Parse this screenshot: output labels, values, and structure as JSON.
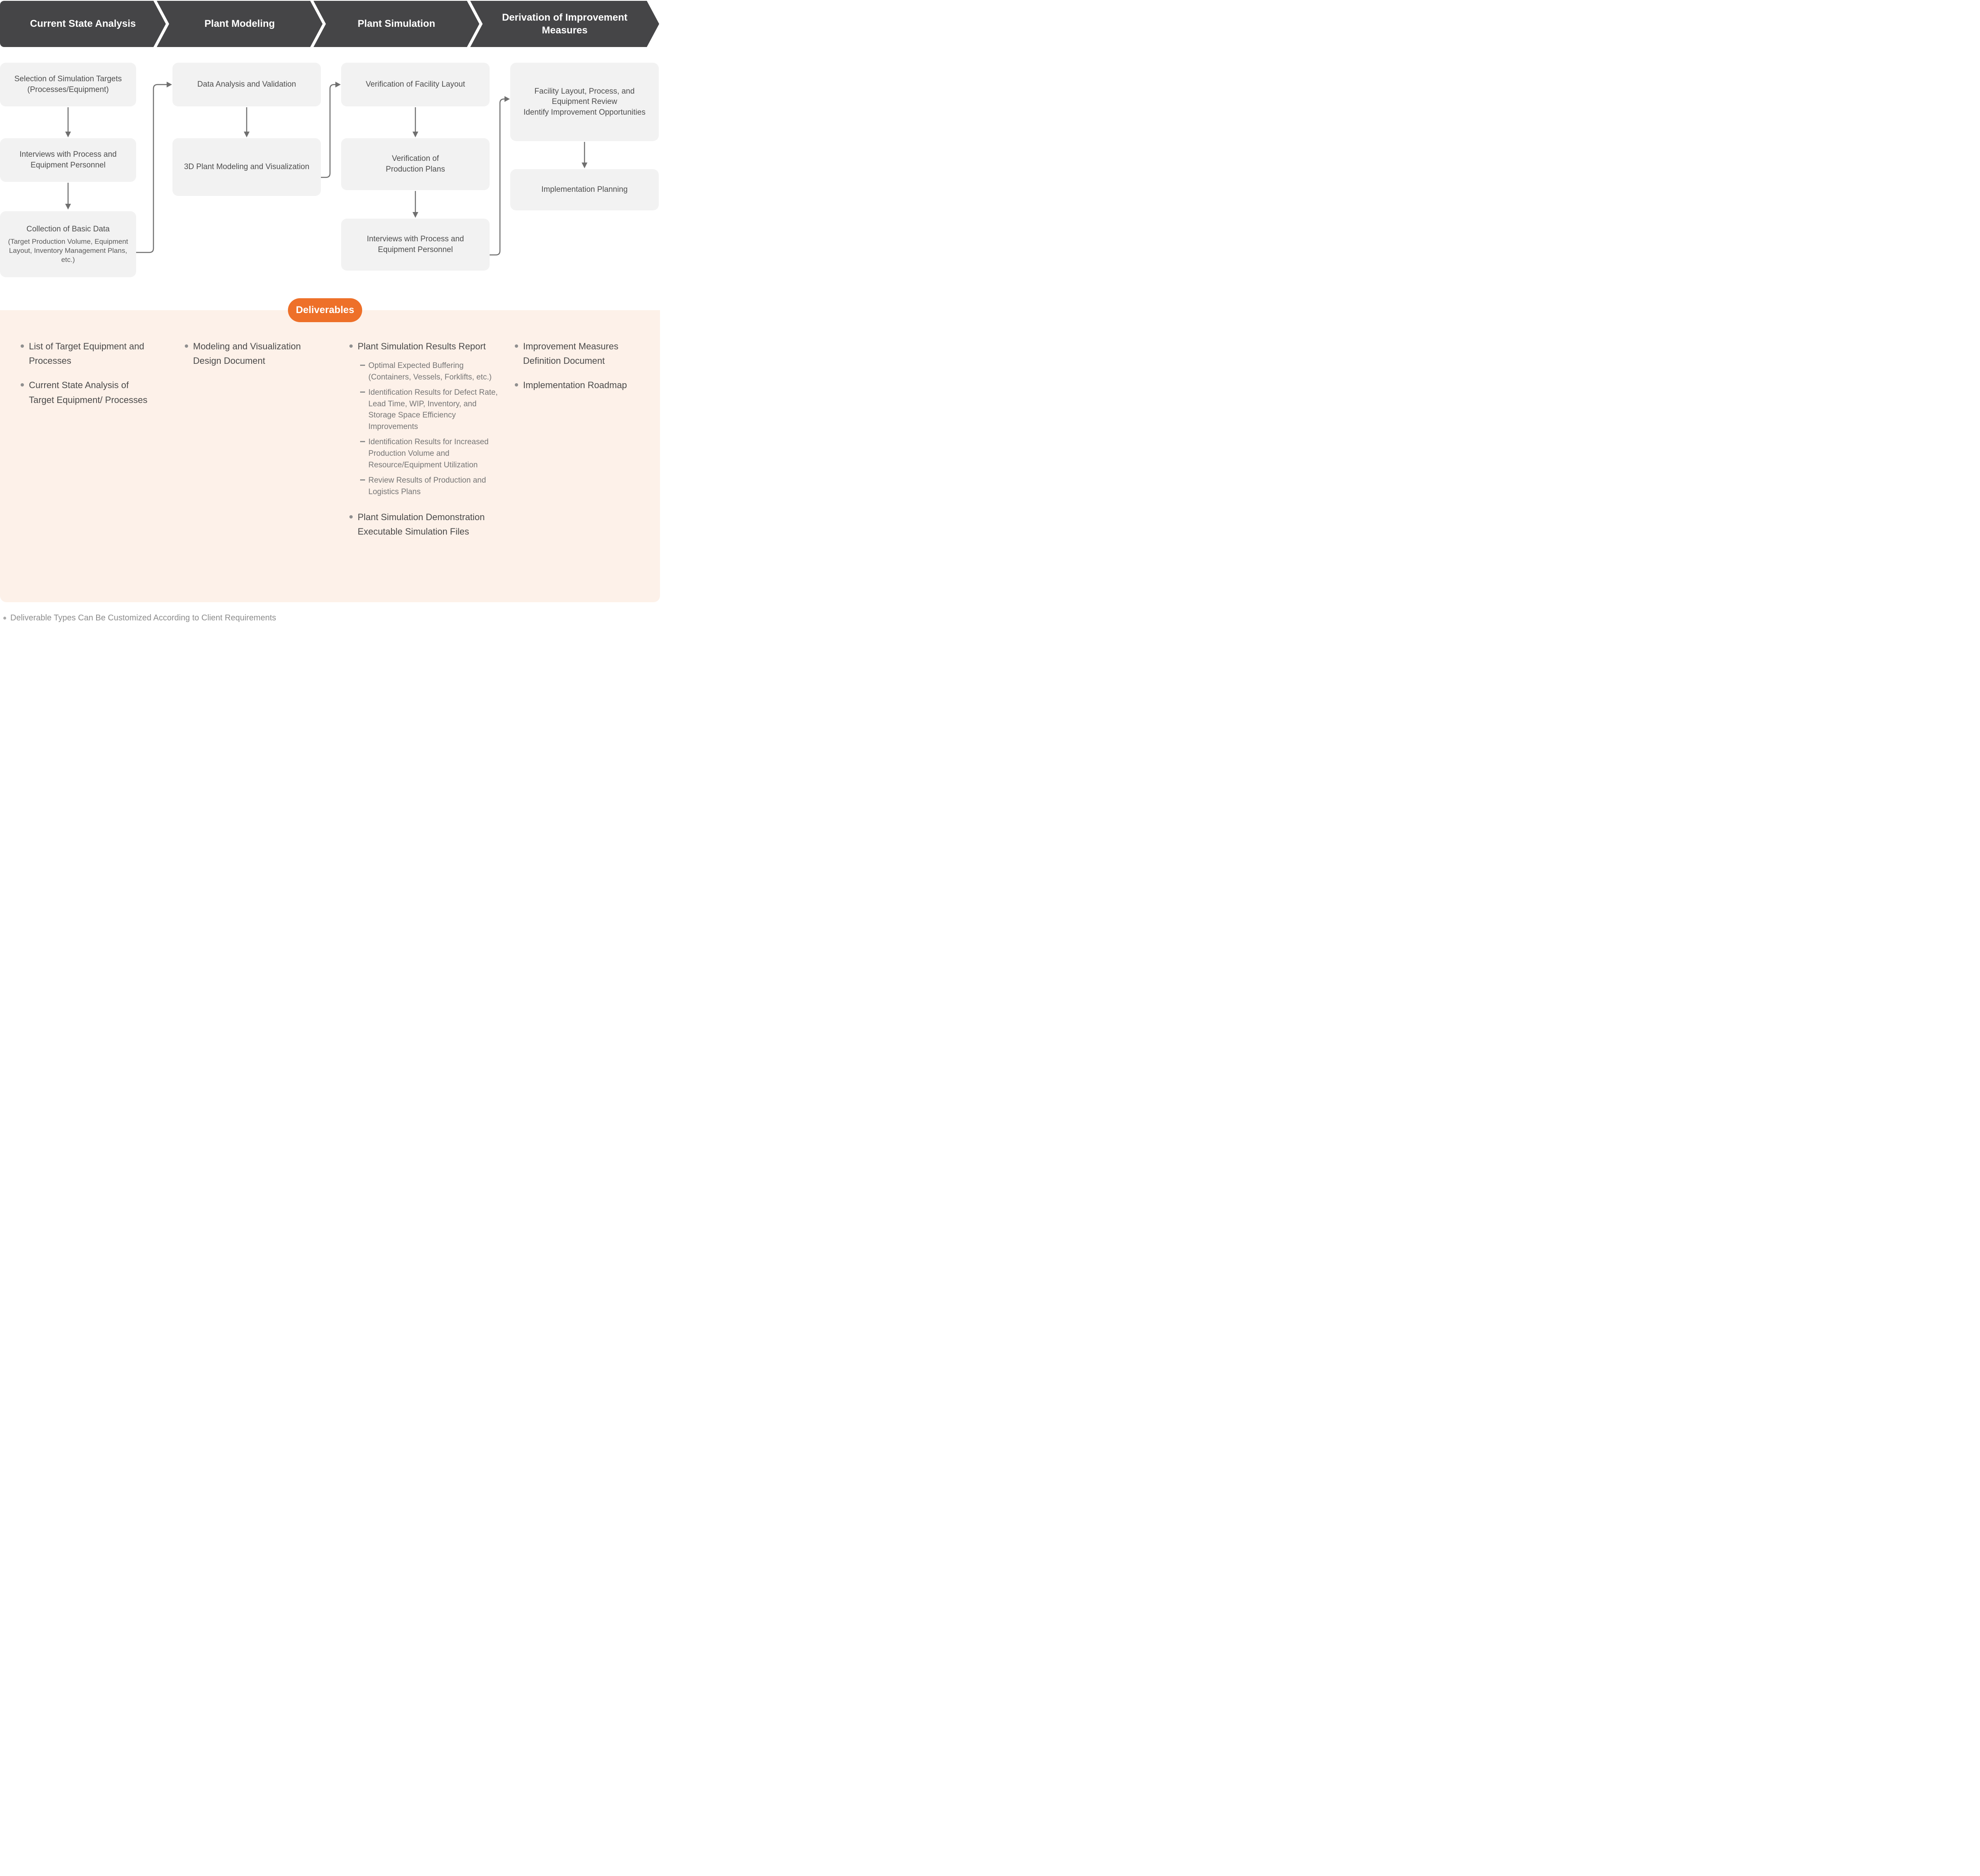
{
  "colors": {
    "phase_bar": "#454547",
    "box_fill": "#F2F2F2",
    "connector": "#6F6F6F",
    "panel_peach": "#FDF1E9",
    "accent_orange": "#EE7029"
  },
  "phases": [
    {
      "title": "Current State Analysis"
    },
    {
      "title": "Plant Modeling"
    },
    {
      "title": "Plant Simulation"
    },
    {
      "title": "Derivation of Improvement Measures"
    }
  ],
  "flow": {
    "columns": [
      {
        "boxes": [
          {
            "title": "Selection of Simulation Targets (Processes/Equipment)"
          },
          {
            "title": "Interviews with Process and Equipment Personnel"
          },
          {
            "title": "Collection of Basic Data",
            "subtitle": "(Target Production Volume, Equipment Layout, Inventory Management Plans, etc.)"
          }
        ]
      },
      {
        "boxes": [
          {
            "title": "Data Analysis and Validation"
          },
          {
            "title": "3D Plant Modeling and Visualization"
          }
        ]
      },
      {
        "boxes": [
          {
            "title": "Verification of Facility Layout"
          },
          {
            "title": "Verification of",
            "title2": "Production Plans"
          },
          {
            "title": "Interviews with Process and Equipment Personnel"
          }
        ]
      },
      {
        "boxes": [
          {
            "title": "Facility Layout, Process, and Equipment Review",
            "title2": "Identify Improvement Opportunities"
          },
          {
            "title": "Implementation Planning"
          }
        ]
      }
    ]
  },
  "deliverables": {
    "badge": "Deliverables",
    "columns": [
      {
        "items": [
          {
            "text": "List of Target Equipment and Processes"
          },
          {
            "text": "Current State Analysis of Target Equipment/ Processes"
          }
        ]
      },
      {
        "items": [
          {
            "text": "Modeling and Visualization Design Document"
          }
        ]
      },
      {
        "items": [
          {
            "text": "Plant Simulation Results Report",
            "subitems": [
              "Optimal Expected Buffering (Containers, Vessels, Forklifts, etc.)",
              "Identification Results for Defect Rate, Lead Time, WIP, Inventory, and Storage Space Efficiency Improvements",
              "Identification Results for Increased Production Volume and Resource/Equipment Utilization",
              "Review Results of Production and Logistics Plans"
            ]
          },
          {
            "text": "Plant Simulation Demonstration Executable Simulation Files"
          }
        ]
      },
      {
        "items": [
          {
            "text": "Improvement Measures Definition Document"
          },
          {
            "text": "Implementation Roadmap"
          }
        ]
      }
    ],
    "footnote": "Deliverable Types Can Be Customized According to Client Requirements"
  }
}
